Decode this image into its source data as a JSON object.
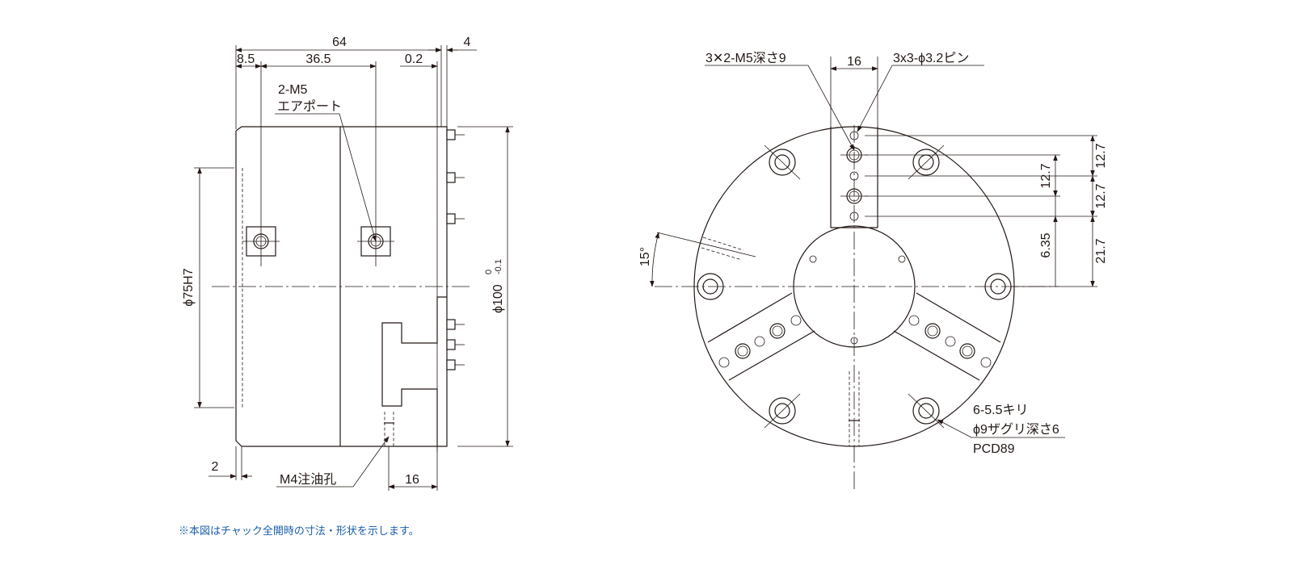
{
  "side_view": {
    "dim_total": "64",
    "dim_left": "8.5",
    "dim_mid": "36.5",
    "dim_gap": "0.2",
    "dim_plate": "4",
    "air_port_line1": "2-M5",
    "air_port_line2": "エアポート",
    "bore": "ϕ75H7",
    "outer_dia": "ϕ100",
    "tol_upper": "0",
    "tol_lower": "-0.1",
    "dim_step": "2",
    "oil_hole": "M4注油孔",
    "dim_oil": "16"
  },
  "front_view": {
    "tap_label": "3✕2-M5深さ9",
    "dim_width": "16",
    "pin_label": "3x3-ϕ3.2ピン",
    "dim_pitch_a": "12.7",
    "dim_pitch_b": "12.7",
    "dim_inner": "12.7",
    "dim_offset": "6.35",
    "dim_center": "21.7",
    "angle": "15°",
    "holes_line1": "6-5.5キリ",
    "holes_line2": "ϕ9ザグリ深さ6",
    "holes_line3": "PCD89"
  },
  "footnote": "※本図はチャック全開時の寸法・形状を示します。",
  "colors": {
    "line": "#231815",
    "note": "#1b5fa8"
  }
}
